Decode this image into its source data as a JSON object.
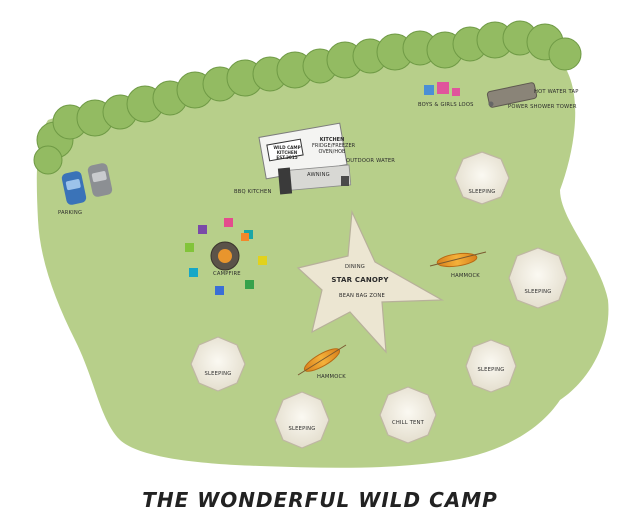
{
  "title": "THE WONDERFUL WILD CAMP",
  "labels": {
    "hot_water_tap": "HOT WATER TAP",
    "power_shower_tower": "POWER SHOWER TOWER",
    "boys_girls_loos": "BOYS & GIRLS LOOS",
    "kitchen": "KITCHEN",
    "fridge_freezer": "FRIDGE/FREEZER",
    "oven_hob": "OVEN/HOB",
    "wild_camp_sign_1": "WILD CAMP",
    "wild_camp_sign_2": "KITCHEN EST.2015",
    "outdoor_water": "OUTDOOR WATER",
    "awning": "AWNING",
    "bbq_kitchen": "BBQ KITCHEN",
    "parking": "PARKING",
    "campfire": "CAMPFIRE",
    "dining": "DINING",
    "star_canopy": "STAR CANOPY",
    "bean_bag_zone": "BEAN BAG ZONE",
    "hammock_1": "HAMMOCK",
    "hammock_2": "HAMMOCK",
    "sleeping_1": "SLEEPING",
    "sleeping_2": "SLEEPING",
    "sleeping_3": "SLEEPING",
    "sleeping_4": "SLEEPING",
    "sleeping_5": "SLEEPING",
    "chill_tent": "CHILL TENT"
  },
  "colors": {
    "grass": "#b7cf8a",
    "trees": "#93bb62",
    "tree_edge": "#6f9a45",
    "tent": "#f3efe4",
    "canopy": "#ece6d2",
    "hammock": "#e8942a",
    "car_blue": "#3a73b8",
    "car_grey": "#8c8f93",
    "loo_pink": "#e0559c",
    "loo_blue": "#4a8fd6"
  }
}
